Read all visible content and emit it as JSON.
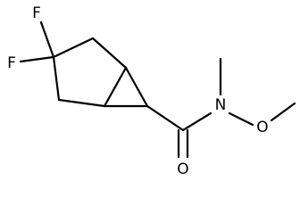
{
  "molecule": {
    "atoms": {
      "f_top": "F",
      "f_left": "F",
      "n_amide": "N",
      "o_ether": "O",
      "o_carbonyl": "O"
    }
  },
  "colors": {
    "bond": "#000000",
    "label": "#000000",
    "background": "#ffffff"
  }
}
